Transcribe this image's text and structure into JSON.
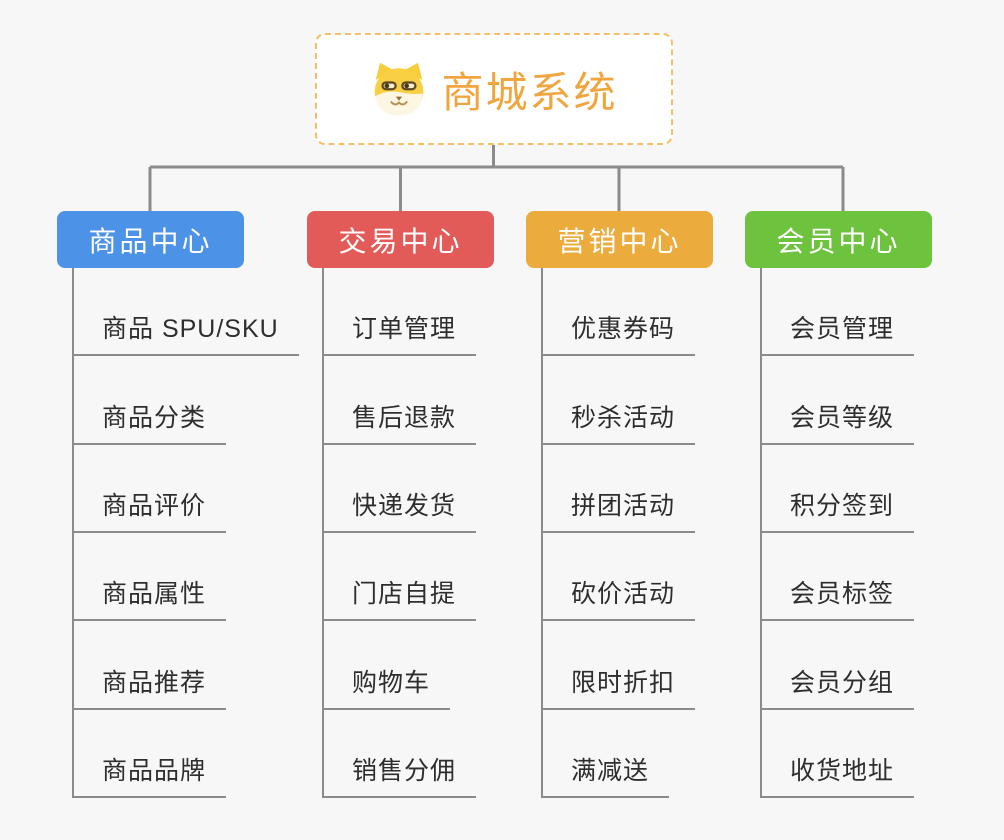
{
  "canvas": {
    "background": "#f7f7f7",
    "connector_color": "#8b8b8b"
  },
  "root": {
    "title": "商城系统",
    "title_color": "#F0A63E",
    "border_color": "#F4BE6A",
    "icon": "shiba-dog-icon"
  },
  "branches": [
    {
      "label": "商品中心",
      "color": "#4C92E6",
      "children": [
        "商品 SPU/SKU",
        "商品分类",
        "商品评价",
        "商品属性",
        "商品推荐",
        "商品品牌"
      ]
    },
    {
      "label": "交易中心",
      "color": "#E25B58",
      "children": [
        "订单管理",
        "售后退款",
        "快递发货",
        "门店自提",
        "购物车",
        "销售分佣"
      ]
    },
    {
      "label": "营销中心",
      "color": "#ECAC3D",
      "children": [
        "优惠券码",
        "秒杀活动",
        "拼团活动",
        "砍价活动",
        "限时折扣",
        "满减送"
      ]
    },
    {
      "label": "会员中心",
      "color": "#6DC23E",
      "children": [
        "会员管理",
        "会员等级",
        "积分签到",
        "会员标签",
        "会员分组",
        "收货地址"
      ]
    }
  ]
}
